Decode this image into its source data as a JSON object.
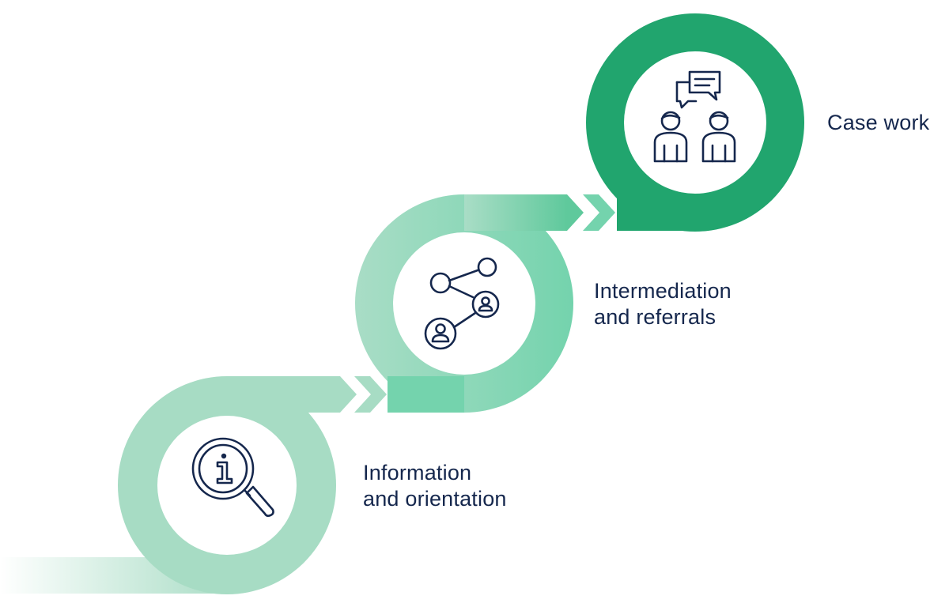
{
  "steps": [
    {
      "lines": [
        "Information",
        "and orientation"
      ],
      "icon": "info-magnifier-icon"
    },
    {
      "lines": [
        "Intermediation",
        "and referrals"
      ],
      "icon": "network-people-icon"
    },
    {
      "lines": [
        "Case work"
      ],
      "icon": "conversation-people-icon"
    }
  ],
  "colors": {
    "light_green": "#a7dcc4",
    "mid_green": "#74d3ad",
    "dark_green": "#21a56e",
    "icon_navy": "#15274d",
    "text_navy": "#15274d"
  }
}
